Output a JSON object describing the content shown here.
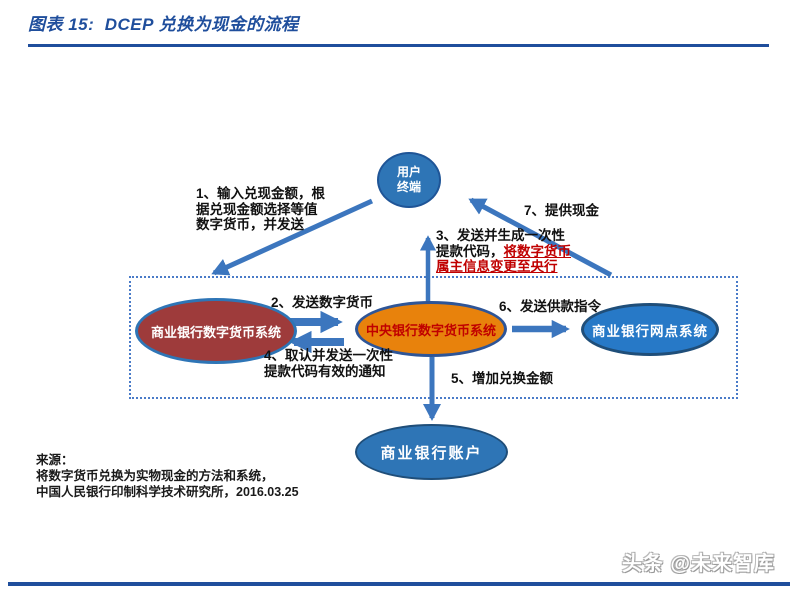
{
  "header": {
    "title": "图表 15:  DCEP 兑换为现金的流程"
  },
  "diagram": {
    "nodes": {
      "user_terminal": {
        "label": "用户\n终端"
      },
      "commercial_bank_dc_system": {
        "label": "商业银行数字货币系统"
      },
      "central_bank_dc_system": {
        "label": "中央银行数字货币系统"
      },
      "commercial_bank_branch_system": {
        "label": "商业银行网点系统"
      },
      "commercial_bank_account": {
        "label": "商业银行账户"
      }
    },
    "steps": {
      "s1": "1、输入兑现金额，根\n据兑现金额选择等值\n数字货币，并发送",
      "s2": "2、发送数字货币",
      "s3_black": "3、发送并生成一次性\n提款代码，",
      "s3_red": "将数字货币\n属主信息变更至央行",
      "s4": "4、取认并发送一次性\n提款代码有效的通知",
      "s5": "5、增加兑换金额",
      "s6": "6、发送供款指令",
      "s7": "7、提供现金"
    }
  },
  "source": {
    "label": "来源：",
    "line1": "将数字货币兑换为实物现金的方法和系统，",
    "line2": "中国人民银行印制科学技术研究所，2016.03.25"
  },
  "watermark": "头条 @未来智库",
  "colors": {
    "title_blue": "#1F4E9C",
    "rule_blue": "#1F4E9C",
    "arrow_blue": "#3C76BE",
    "node_blue_fill": "#2E75B6",
    "node_red_fill": "#9E3B3B",
    "node_orange_fill": "#E8820C",
    "step_red": "#C00000"
  }
}
